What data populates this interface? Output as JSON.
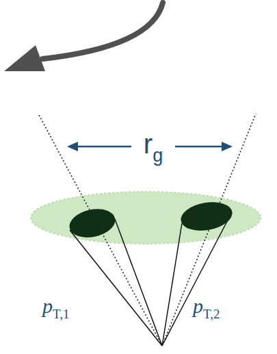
{
  "diagram": {
    "labels": [
      "r",
      "g",
      "p",
      "T,1",
      "p",
      "T,2"
    ]
  }
}
